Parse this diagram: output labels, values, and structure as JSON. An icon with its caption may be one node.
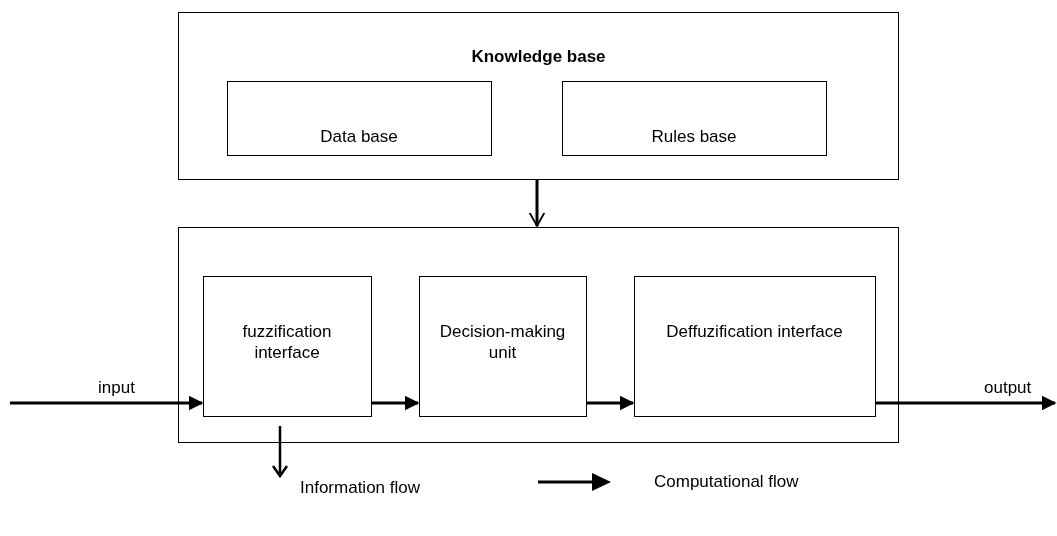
{
  "diagram": {
    "nodes": [
      {
        "text": [
          "Knowledge base"
        ]
      },
      {
        "text": [
          "Data base"
        ],
        "in": 0
      },
      {
        "text": [
          "Rules base"
        ],
        "in": 0
      },
      {
        "text": [],
        "shape": "box"
      },
      {
        "text": [
          "fuzzification interface"
        ],
        "in": 3
      },
      {
        "text": [
          "Decision-making unit"
        ],
        "in": 3
      },
      {
        "text": [
          "Deffuzification interface"
        ],
        "in": 3
      }
    ],
    "edges": [
      {
        "from": 0,
        "to": 3,
        "arrow": "to"
      },
      {
        "from": null,
        "to": 4,
        "arrow": "to",
        "label": "input"
      },
      {
        "from": 4,
        "to": 5,
        "arrow": "to"
      },
      {
        "from": 5,
        "to": 6,
        "arrow": "to"
      },
      {
        "from": 6,
        "to": null,
        "arrow": "to",
        "label": "output"
      }
    ],
    "legend": [
      {
        "text": "Information flow"
      },
      {
        "text": "Computational flow"
      }
    ]
  }
}
